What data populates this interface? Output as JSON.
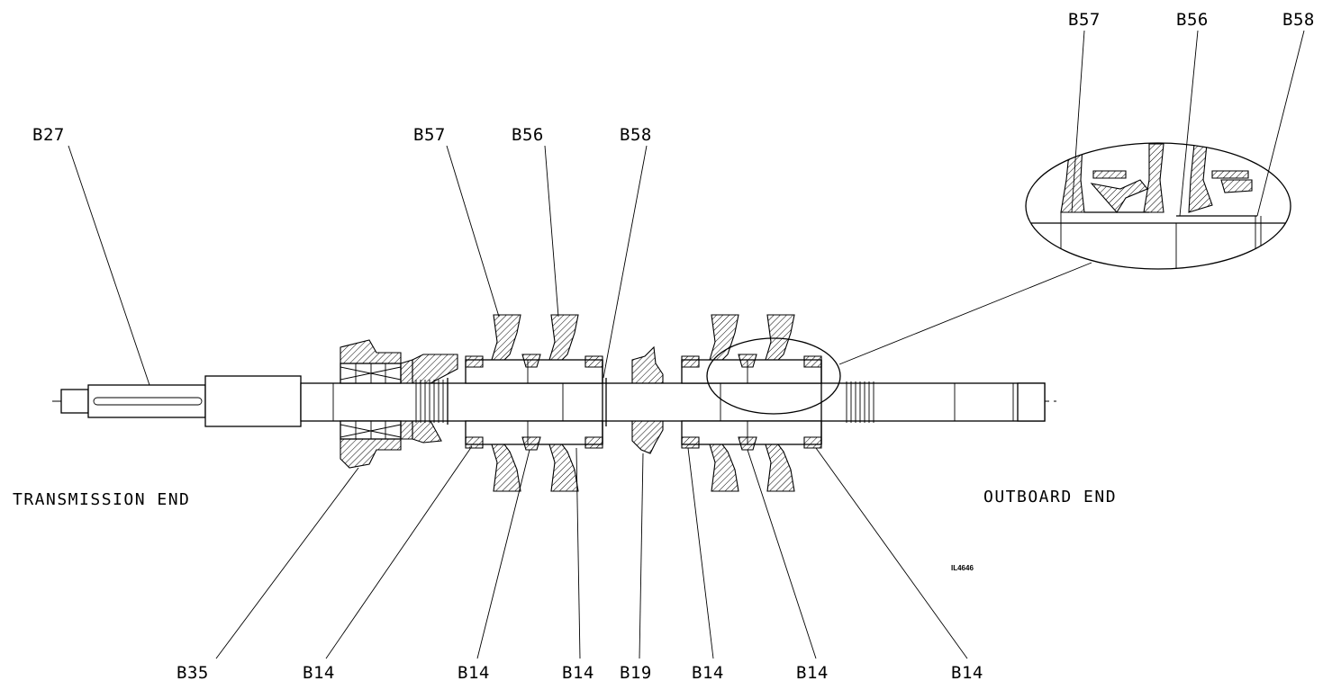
{
  "end_labels": {
    "transmission": "TRANSMISSION END",
    "outboard": "OUTBOARD END"
  },
  "drawing_ref": "IL4646",
  "callouts": {
    "top": [
      "B27",
      "B57",
      "B56",
      "B58"
    ],
    "detail": [
      "B57",
      "B56",
      "B58"
    ],
    "bottom": [
      "B35",
      "B14",
      "B14",
      "B14",
      "B19",
      "B14",
      "B14",
      "B14"
    ]
  }
}
